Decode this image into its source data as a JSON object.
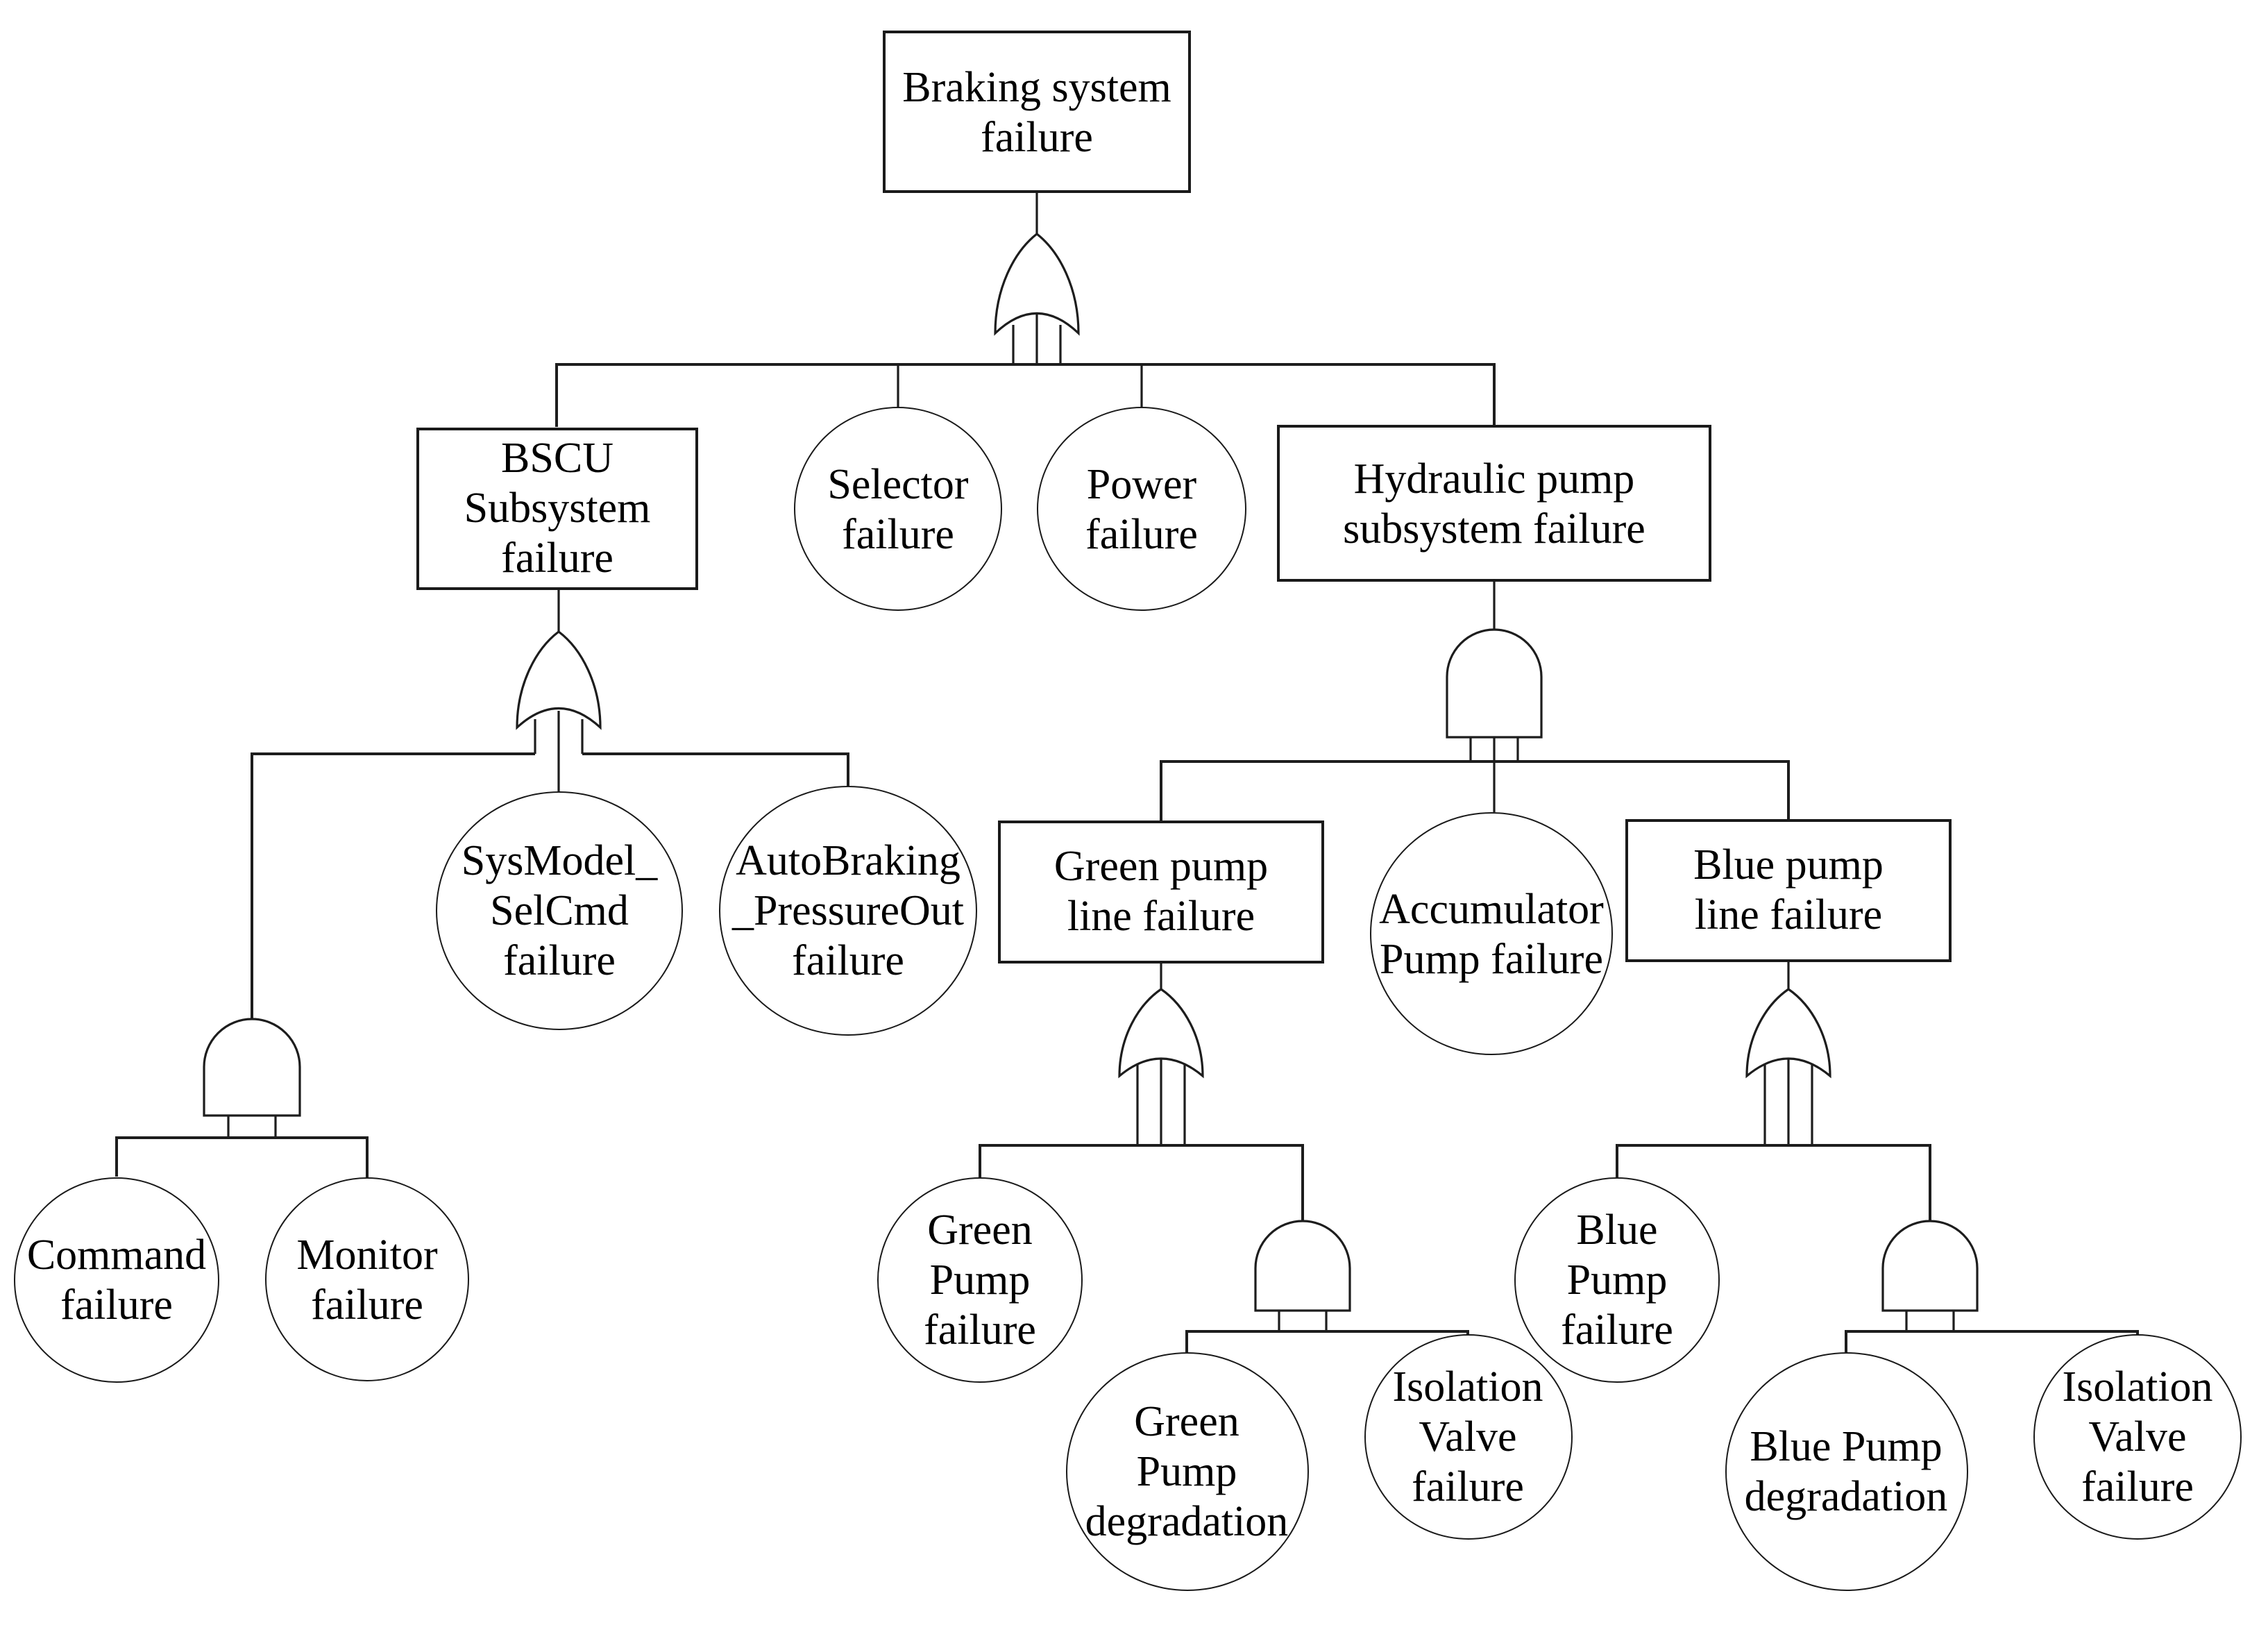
{
  "nodes": {
    "braking_system": {
      "label": "Braking system\nfailure",
      "shape": "rect"
    },
    "bscu": {
      "label": "BSCU\nSubsystem\nfailure",
      "shape": "rect"
    },
    "selector": {
      "label": "Selector\nfailure",
      "shape": "basic-event"
    },
    "power": {
      "label": "Power\nfailure",
      "shape": "basic-event"
    },
    "hydraulic": {
      "label": "Hydraulic pump\nsubsystem failure",
      "shape": "rect"
    },
    "sysmodel": {
      "label": "SysModel_\nSelCmd\nfailure",
      "shape": "basic-event"
    },
    "autobraking": {
      "label": "AutoBraking\n_PressureOut\nfailure",
      "shape": "basic-event"
    },
    "command": {
      "label": "Command\nfailure",
      "shape": "basic-event"
    },
    "monitor": {
      "label": "Monitor\nfailure",
      "shape": "basic-event"
    },
    "green_line": {
      "label": "Green pump\nline failure",
      "shape": "rect"
    },
    "accumulator": {
      "label": "Accumulator\nPump failure",
      "shape": "basic-event"
    },
    "blue_line": {
      "label": "Blue pump\nline failure",
      "shape": "rect"
    },
    "green_pump": {
      "label": "Green\nPump\nfailure",
      "shape": "basic-event"
    },
    "green_degradation": {
      "label": "Green\nPump\ndegradation",
      "shape": "basic-event"
    },
    "isolation_valve_green": {
      "label": "Isolation\nValve\nfailure",
      "shape": "basic-event"
    },
    "blue_pump": {
      "label": "Blue\nPump\nfailure",
      "shape": "basic-event"
    },
    "blue_degradation": {
      "label": "Blue Pump\ndegradation",
      "shape": "basic-event"
    },
    "isolation_valve_blue": {
      "label": "Isolation\nValve\nfailure",
      "shape": "basic-event"
    }
  },
  "gates": {
    "top_gate": "OR",
    "bscu_gate": "OR",
    "bscu_cmd_mon_gate": "AND",
    "hydraulic_gate": "AND",
    "green_line_gate": "OR",
    "green_deg_valve_gate": "AND",
    "blue_line_gate": "OR",
    "blue_deg_valve_gate": "AND"
  }
}
